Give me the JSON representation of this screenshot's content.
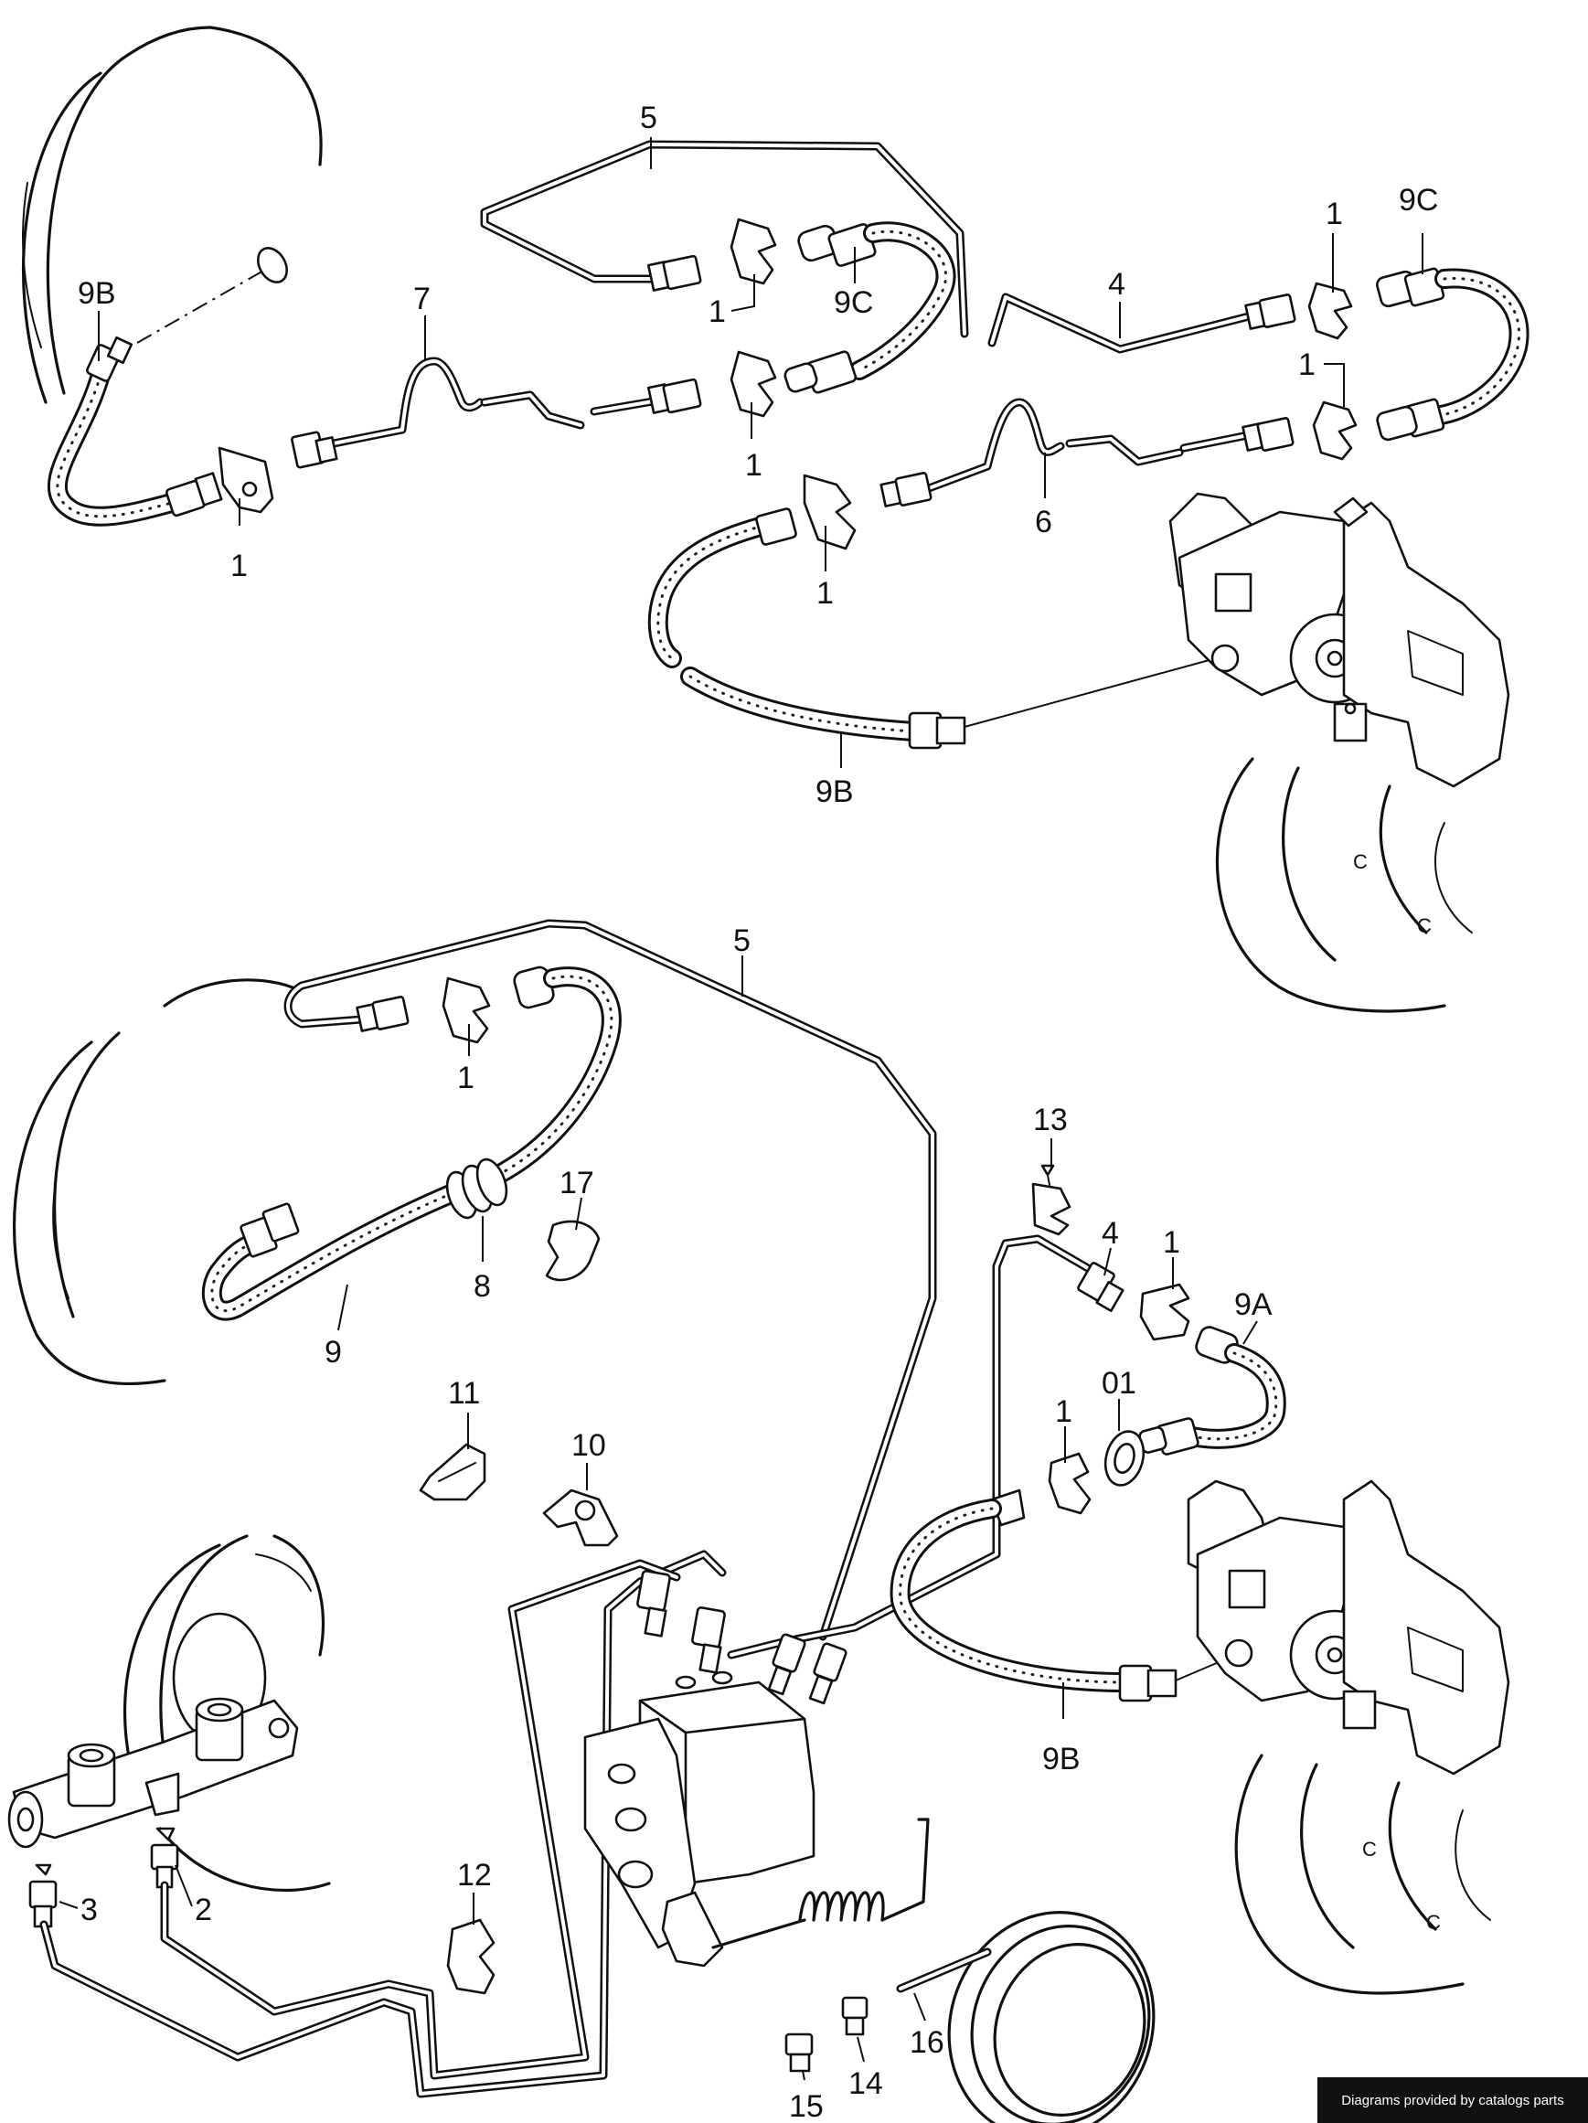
{
  "diagram": {
    "labels": {
      "l_5_top": "5",
      "l_9b_left": "9B",
      "l_7": "7",
      "l_1_a": "1",
      "l_9c_mid": "9C",
      "l_1_b": "1",
      "l_1_c": "1",
      "l_4_top": "4",
      "l_1_d": "1",
      "l_9c_right": "9C",
      "l_1_e": "1",
      "l_6": "6",
      "l_1_f": "1",
      "l_9b_mid": "9B",
      "l_5_low": "5",
      "l_1_g": "1",
      "l_17": "17",
      "l_8": "8",
      "l_9": "9",
      "l_13": "13",
      "l_4_low": "4",
      "l_1_h": "1",
      "l_9a": "9A",
      "l_01": "01",
      "l_1_i": "1",
      "l_11": "11",
      "l_10": "10",
      "l_9b_low": "9B",
      "l_3": "3",
      "l_2": "2",
      "l_12": "12",
      "l_16": "16",
      "l_14": "14",
      "l_15": "15"
    },
    "credit": "Diagrams provided by catalogs parts"
  }
}
